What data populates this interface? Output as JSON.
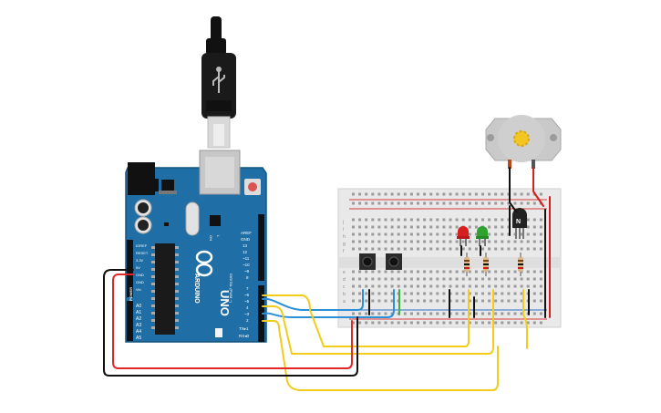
{
  "arduino": {
    "brand": "ARDUINO",
    "model": "UNO",
    "on_label": "ON",
    "tx_label": "TX",
    "rx_label": "RX",
    "l_label": "L",
    "power_header_title": "POWER",
    "analog_header_title": "ANALOG IN",
    "digital_header_title": "DIGITAL (PWM ~)",
    "power_pins": [
      "IOREF",
      "RESET",
      "3.3V",
      "5V",
      "GND",
      "GND",
      "Vin"
    ],
    "analog_pins": [
      "A0",
      "A1",
      "A2",
      "A3",
      "A4",
      "A5"
    ],
    "digital_pins_top": [
      "AREF",
      "GND",
      "13",
      "12",
      "~11",
      "~10",
      "~9",
      "8"
    ],
    "digital_pins_bottom": [
      "7",
      "~6",
      "~5",
      "4",
      "~3",
      "2",
      "TX▸1",
      "RX◂0"
    ]
  },
  "breadboard": {
    "row_letters_top": [
      "j",
      "i",
      "h",
      "g",
      "f"
    ],
    "row_letters_bottom": [
      "e",
      "d",
      "c",
      "b",
      "a"
    ]
  },
  "transistor": {
    "label": "N"
  },
  "colors": {
    "board": "#1f6fa6",
    "wire_yellow": "#f2cc1b",
    "wire_blue": "#2a8fd6",
    "wire_red": "#e02828",
    "wire_black": "#222222",
    "wire_green": "#3cb043",
    "led_red": "#d61f1f",
    "led_green": "#2fa32f"
  },
  "icons": [
    "usb-cable-icon",
    "dc-motor-icon",
    "led-icon",
    "resistor-icon",
    "pushbutton-icon",
    "transistor-icon"
  ]
}
